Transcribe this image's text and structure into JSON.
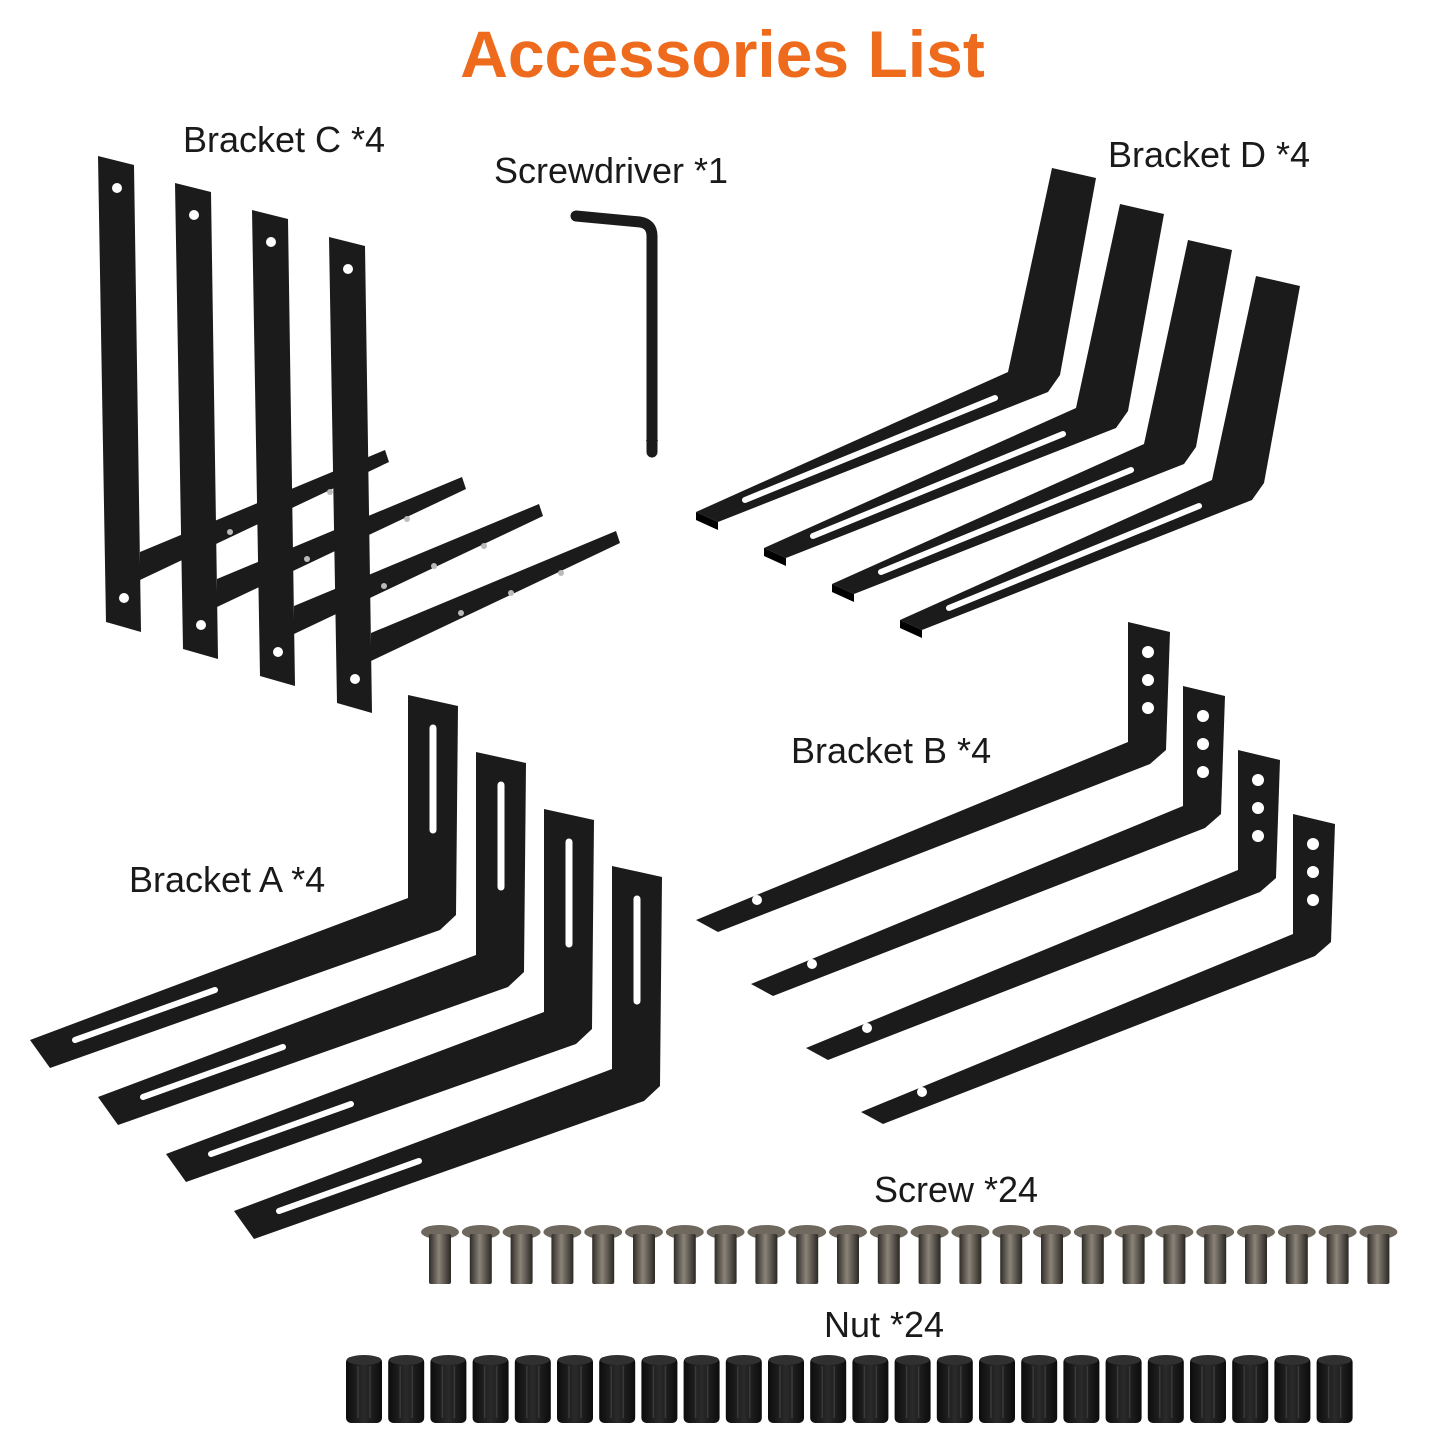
{
  "title": "Accessories List",
  "colors": {
    "title": "#ee6a1c",
    "bracket": "#1b1b1b",
    "screw": "#4a4640",
    "nut": "#161616"
  },
  "items": [
    {
      "id": "bracket-c",
      "label": "Bracket C *4",
      "count": 4
    },
    {
      "id": "screwdriver",
      "label": "Screwdriver *1",
      "count": 1
    },
    {
      "id": "bracket-d",
      "label": "Bracket D *4",
      "count": 4
    },
    {
      "id": "bracket-b",
      "label": "Bracket B *4",
      "count": 4
    },
    {
      "id": "bracket-a",
      "label": "Bracket A *4",
      "count": 4
    },
    {
      "id": "screw",
      "label": "Screw *24",
      "count": 24
    },
    {
      "id": "nut",
      "label": "Nut *24",
      "count": 24
    }
  ]
}
